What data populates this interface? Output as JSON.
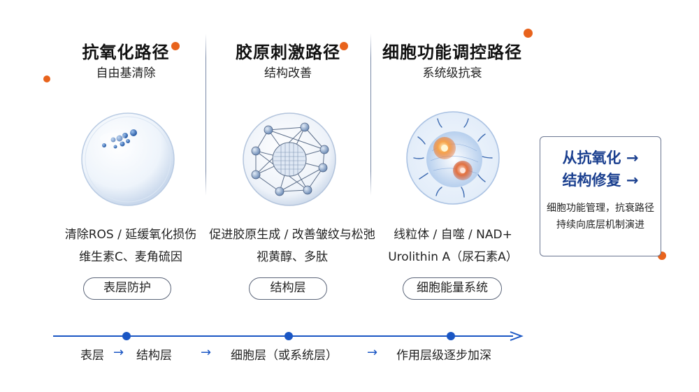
{
  "columns": [
    {
      "title": "抗氧化路径",
      "subtitle": "自由基清除",
      "desc_lines": [
        "清除ROS / 延缓氧化损伤",
        "维生素C、麦角硫因"
      ],
      "tag": "表层防护"
    },
    {
      "title": "胶原刺激路径",
      "subtitle": "结构改善",
      "desc_lines": [
        "促进胶原生成 / 改善皱纹与松弛",
        "视黄醇、多肽"
      ],
      "tag": "结构层"
    },
    {
      "title": "细胞功能调控路径",
      "subtitle": "系统级抗衰",
      "desc_lines": [
        "线粒体 / 自噬 / NAD+",
        "Urolithin A（尿石素A）"
      ],
      "tag": "细胞能量系统"
    }
  ],
  "summary": {
    "line1": "从抗氧化 →",
    "line2": "结构修复 →",
    "desc": "细胞功能管理，抗衰路径持续向底层机制演进"
  },
  "timeline": {
    "labels": [
      "表层",
      "结构层",
      "细胞层（或系统层）",
      "作用层级逐步加深"
    ],
    "arrow": "→"
  },
  "colors": {
    "accent_blue": "#1a56c4",
    "summary_blue": "#1a3f8f",
    "orange_dot": "#e8631c"
  },
  "icons": [
    "antioxidant-sphere-icon",
    "collagen-network-icon",
    "cell-energy-icon"
  ]
}
